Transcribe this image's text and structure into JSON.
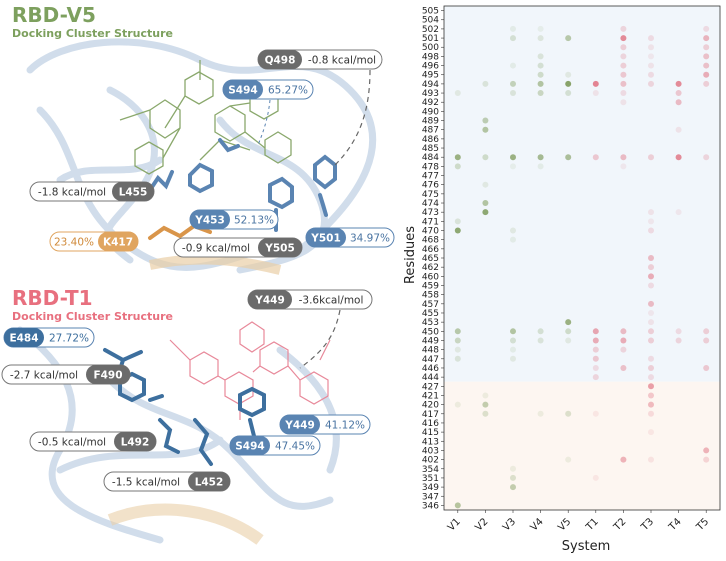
{
  "panel_a": {
    "title": "RBD-V5",
    "subtitle": "Docking Cluster Structure",
    "colors": {
      "title": "#7da05e",
      "ribbon": "#c3d3e3",
      "stick": "#5a84b2"
    },
    "labels": [
      {
        "id": "q498",
        "text": "Q498",
        "value": "-0.8 kcal/mol",
        "tag_first": true,
        "style": "grey"
      },
      {
        "id": "s494",
        "text": "S494",
        "value": "65.27%",
        "tag_first": true,
        "style": "blue"
      },
      {
        "id": "l455",
        "text": "L455",
        "value": "-1.8 kcal/mol",
        "tag_first": false,
        "style": "grey"
      },
      {
        "id": "y453",
        "text": "Y453",
        "value": "52.13%",
        "tag_first": true,
        "style": "blue"
      },
      {
        "id": "k417",
        "text": "K417",
        "value": "23.40%",
        "tag_first": false,
        "style": "orange"
      },
      {
        "id": "y505",
        "text": "Y505",
        "value": "-0.9 kcal/mol",
        "tag_first": false,
        "style": "grey"
      },
      {
        "id": "y501",
        "text": "Y501",
        "value": "34.97%",
        "tag_first": true,
        "style": "blue"
      }
    ]
  },
  "panel_b": {
    "title": "RBD-T1",
    "subtitle": "Docking Cluster Structure",
    "colors": {
      "title": "#e8707f",
      "ribbon": "#c3d3e3",
      "stick": "#3d6f9e"
    },
    "labels": [
      {
        "id": "y449a",
        "text": "Y449",
        "value": "-3.6kcal/mol",
        "tag_first": true,
        "style": "grey"
      },
      {
        "id": "e484",
        "text": "E484",
        "value": "27.72%",
        "tag_first": true,
        "style": "blue"
      },
      {
        "id": "f490",
        "text": "F490",
        "value": "-2.7 kcal/mol",
        "tag_first": false,
        "style": "grey"
      },
      {
        "id": "l492",
        "text": "L492",
        "value": "-0.5 kcal/mol",
        "tag_first": false,
        "style": "grey"
      },
      {
        "id": "y449b",
        "text": "Y449",
        "value": "41.12%",
        "tag_first": true,
        "style": "blue"
      },
      {
        "id": "s494b",
        "text": "S494",
        "value": "47.45%",
        "tag_first": true,
        "style": "blue"
      },
      {
        "id": "l452",
        "text": "L452",
        "value": "-1.5 kcal/mol",
        "tag_first": false,
        "style": "grey"
      }
    ]
  },
  "chart_data": {
    "type": "heatmap",
    "xlabel": "System",
    "ylabel": "Residues",
    "x": [
      "V1",
      "V2",
      "V3",
      "V4",
      "V5",
      "T1",
      "T2",
      "T3",
      "T4",
      "T5"
    ],
    "y": [
      "505",
      "504",
      "502",
      "501",
      "500",
      "498",
      "496",
      "495",
      "494",
      "493",
      "492",
      "490",
      "489",
      "487",
      "486",
      "485",
      "484",
      "478",
      "477",
      "476",
      "475",
      "474",
      "473",
      "471",
      "470",
      "468",
      "466",
      "465",
      "462",
      "460",
      "459",
      "458",
      "457",
      "455",
      "453",
      "450",
      "449",
      "448",
      "447",
      "446",
      "444",
      "427",
      "421",
      "420",
      "417",
      "416",
      "415",
      "413",
      "403",
      "402",
      "354",
      "351",
      "349",
      "347",
      "346"
    ],
    "colors": {
      "V": "#7d9a5a",
      "T": "#e07080",
      "bg_upper": "#f1f6fb",
      "bg_lower": "#fdf6f1"
    },
    "points": [
      [
        "V3",
        "502",
        0.12
      ],
      [
        "V4",
        "502",
        0.1
      ],
      [
        "T2",
        "502",
        0.25
      ],
      [
        "T5",
        "502",
        0.2
      ],
      [
        "V3",
        "501",
        0.25
      ],
      [
        "V4",
        "501",
        0.18
      ],
      [
        "V5",
        "501",
        0.5
      ],
      [
        "T2",
        "501",
        0.8
      ],
      [
        "T3",
        "501",
        0.2
      ],
      [
        "T5",
        "501",
        0.5
      ],
      [
        "T2",
        "500",
        0.3
      ],
      [
        "T3",
        "500",
        0.15
      ],
      [
        "T5",
        "500",
        0.3
      ],
      [
        "V4",
        "498",
        0.2
      ],
      [
        "T2",
        "498",
        0.25
      ],
      [
        "T3",
        "498",
        0.12
      ],
      [
        "T5",
        "498",
        0.4
      ],
      [
        "V4",
        "496",
        0.25
      ],
      [
        "V3",
        "496",
        0.12
      ],
      [
        "T2",
        "496",
        0.3
      ],
      [
        "T3",
        "496",
        0.15
      ],
      [
        "T5",
        "496",
        0.4
      ],
      [
        "V4",
        "495",
        0.3
      ],
      [
        "V5",
        "495",
        0.15
      ],
      [
        "T2",
        "495",
        0.35
      ],
      [
        "T3",
        "495",
        0.2
      ],
      [
        "T5",
        "495",
        0.55
      ],
      [
        "V2",
        "494",
        0.2
      ],
      [
        "V3",
        "494",
        0.4
      ],
      [
        "V4",
        "494",
        0.55
      ],
      [
        "V5",
        "494",
        0.9
      ],
      [
        "T1",
        "494",
        0.85
      ],
      [
        "T2",
        "494",
        0.4
      ],
      [
        "T3",
        "494",
        0.25
      ],
      [
        "T4",
        "494",
        0.8
      ],
      [
        "T5",
        "494",
        0.3
      ],
      [
        "V1",
        "493",
        0.15
      ],
      [
        "V3",
        "493",
        0.2
      ],
      [
        "V4",
        "493",
        0.35
      ],
      [
        "V5",
        "493",
        0.25
      ],
      [
        "T1",
        "493",
        0.15
      ],
      [
        "T2",
        "493",
        0.2
      ],
      [
        "T4",
        "493",
        0.35
      ],
      [
        "T4",
        "492",
        0.45
      ],
      [
        "T2",
        "492",
        0.15
      ],
      [
        "V2",
        "489",
        0.45
      ],
      [
        "V2",
        "487",
        0.55
      ],
      [
        "T4",
        "487",
        0.15
      ],
      [
        "V1",
        "484",
        0.75
      ],
      [
        "V2",
        "484",
        0.3
      ],
      [
        "V3",
        "484",
        0.75
      ],
      [
        "V4",
        "484",
        0.65
      ],
      [
        "V5",
        "484",
        0.6
      ],
      [
        "T1",
        "484",
        0.35
      ],
      [
        "T2",
        "484",
        0.45
      ],
      [
        "T3",
        "484",
        0.3
      ],
      [
        "T4",
        "484",
        0.8
      ],
      [
        "T5",
        "484",
        0.25
      ],
      [
        "V1",
        "478",
        0.3
      ],
      [
        "V3",
        "478",
        0.1
      ],
      [
        "V4",
        "478",
        0.12
      ],
      [
        "T2",
        "478",
        0.12
      ],
      [
        "V2",
        "476",
        0.15
      ],
      [
        "V2",
        "474",
        0.55
      ],
      [
        "V2",
        "473",
        0.85
      ],
      [
        "T3",
        "473",
        0.15
      ],
      [
        "T4",
        "473",
        0.12
      ],
      [
        "V1",
        "471",
        0.2
      ],
      [
        "T3",
        "471",
        0.12
      ],
      [
        "V1",
        "470",
        0.85
      ],
      [
        "V3",
        "470",
        0.15
      ],
      [
        "T3",
        "470",
        0.2
      ],
      [
        "V3",
        "468",
        0.12
      ],
      [
        "T3",
        "465",
        0.45
      ],
      [
        "T3",
        "462",
        0.3
      ],
      [
        "T3",
        "460",
        0.55
      ],
      [
        "T3",
        "459",
        0.2
      ],
      [
        "T3",
        "457",
        0.45
      ],
      [
        "T3",
        "455",
        0.12
      ],
      [
        "T3",
        "453",
        0.15
      ],
      [
        "V5",
        "453",
        0.75
      ],
      [
        "V1",
        "450",
        0.5
      ],
      [
        "V3",
        "450",
        0.55
      ],
      [
        "V4",
        "450",
        0.25
      ],
      [
        "V5",
        "450",
        0.3
      ],
      [
        "T1",
        "450",
        0.6
      ],
      [
        "T2",
        "450",
        0.45
      ],
      [
        "T3",
        "450",
        0.3
      ],
      [
        "T4",
        "450",
        0.2
      ],
      [
        "T5",
        "450",
        0.3
      ],
      [
        "V1",
        "449",
        0.35
      ],
      [
        "V3",
        "449",
        0.25
      ],
      [
        "V4",
        "449",
        0.2
      ],
      [
        "V5",
        "449",
        0.15
      ],
      [
        "T1",
        "449",
        0.55
      ],
      [
        "T2",
        "449",
        0.55
      ],
      [
        "T3",
        "449",
        0.3
      ],
      [
        "T4",
        "449",
        0.25
      ],
      [
        "T5",
        "449",
        0.3
      ],
      [
        "V1",
        "448",
        0.15
      ],
      [
        "V3",
        "448",
        0.12
      ],
      [
        "T1",
        "448",
        0.3
      ],
      [
        "T2",
        "448",
        0.25
      ],
      [
        "V1",
        "447",
        0.2
      ],
      [
        "V3",
        "447",
        0.15
      ],
      [
        "T1",
        "447",
        0.35
      ],
      [
        "T3",
        "447",
        0.2
      ],
      [
        "T1",
        "446",
        0.2
      ],
      [
        "T2",
        "446",
        0.4
      ],
      [
        "T3",
        "446",
        0.3
      ],
      [
        "T5",
        "446",
        0.35
      ],
      [
        "T1",
        "444",
        0.25
      ],
      [
        "T3",
        "444",
        0.2
      ],
      [
        "T3",
        "427",
        0.65
      ],
      [
        "V2",
        "421",
        0.12
      ],
      [
        "T3",
        "421",
        0.35
      ],
      [
        "V2",
        "420",
        0.45
      ],
      [
        "V1",
        "420",
        0.12
      ],
      [
        "T3",
        "420",
        0.45
      ],
      [
        "V2",
        "417",
        0.25
      ],
      [
        "V4",
        "417",
        0.12
      ],
      [
        "V5",
        "417",
        0.25
      ],
      [
        "T1",
        "417",
        0.12
      ],
      [
        "T3",
        "417",
        0.2
      ],
      [
        "T3",
        "415",
        0.12
      ],
      [
        "T5",
        "403",
        0.5
      ],
      [
        "V5",
        "402",
        0.12
      ],
      [
        "T2",
        "402",
        0.5
      ],
      [
        "T3",
        "402",
        0.15
      ],
      [
        "T5",
        "402",
        0.25
      ],
      [
        "V3",
        "354",
        0.12
      ],
      [
        "V3",
        "351",
        0.25
      ],
      [
        "T1",
        "351",
        0.12
      ],
      [
        "V3",
        "349",
        0.45
      ],
      [
        "V1",
        "346",
        0.55
      ]
    ]
  }
}
